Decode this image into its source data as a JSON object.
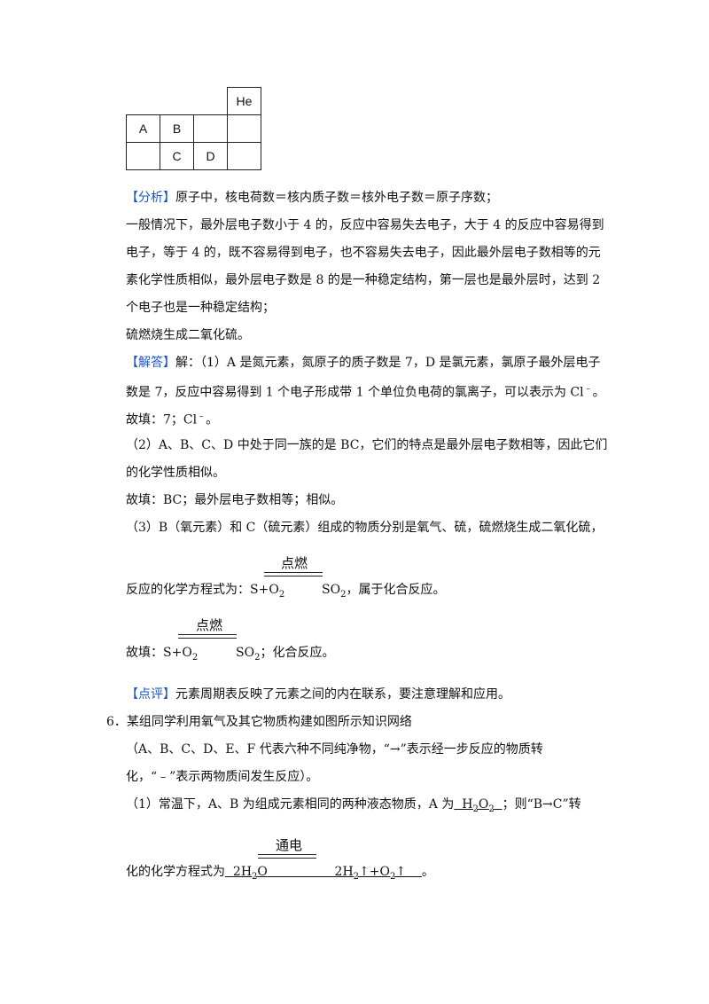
{
  "table": {
    "rows": [
      [
        "",
        "",
        "",
        "He"
      ],
      [
        "A",
        "B",
        "",
        ""
      ],
      [
        "",
        "C",
        "D",
        ""
      ]
    ]
  },
  "analysis": {
    "tag": "【分析】",
    "l1": "原子中，核电荷数＝核内质子数＝核外电子数＝原子序数；",
    "l2": "一般情况下，最外层电子数小于 4 的，反应中容易失去电子，大于 4 的反应中容易得到",
    "l3": "电子，等于 4 的，既不容易得到电子，也不容易失去电子，因此最外层电子数相等的元",
    "l4": "素化学性质相似，最外层电子数是 8 的是一种稳定结构，第一层也是最外层时，达到 2",
    "l5": "个电子也是一种稳定结构；",
    "l6": "硫燃烧生成二氧化硫。"
  },
  "answer": {
    "tag": "【解答】",
    "l1": "解：（1）A 是氮元素，氮原子的质子数是 7，D 是氯元素，氯原子最外层电子",
    "l2": "数是 7，反应中容易得到 1 个电子形成带 1 个单位负电荷的氯离子，可以表示为 Cl",
    "l2_sup": "﹣",
    "l2_end": "。",
    "l3": "故填：7；Cl",
    "l3_sup": "﹣",
    "l3_end": "。",
    "l4": "（2）A、B、C、D 中处于同一族的是 BC，它们的特点是最外层电子数相等，因此它们",
    "l5": "的化学性质相似。",
    "l6": "故填：BC；最外层电子数相等；相似。",
    "l7": "（3）B（氧元素）和 C（硫元素）组成的物质分别是氧气、硫，硫燃烧生成二氧化硫，",
    "cond1": "点燃",
    "eq1_pre": "反应的化学方程式为：S+O",
    "eq1_sub": "2",
    "eq1_prod": "SO",
    "eq1_prod_sub": "2",
    "eq1_end": "，属于化合反应。",
    "cond2": "点燃",
    "eq2_pre": "故填：S+O",
    "eq2_sub": "2",
    "eq2_prod": "SO",
    "eq2_prod_sub": "2",
    "eq2_end": "；化合反应。"
  },
  "comment": {
    "tag": "【点评】",
    "text": "元素周期表反映了元素之间的内在联系，要注意理解和应用。"
  },
  "q6": {
    "num": "6．",
    "l1": "某组同学利用氧气及其它物质构建如图所示知识网络",
    "l2": "（A、B、C、D、E、F 代表六种不同纯净物，“→”表示经一步反应的物质转",
    "l3": "化，“﹣”表示两物质间发生反应）。",
    "l4_pre": "（1）常温下，A、B 为组成元素相同的两种液态物质，A 为",
    "l4_ans": "H",
    "l4_ans_sub1": "2",
    "l4_ans_mid": "O",
    "l4_ans_sub2": "2",
    "l4_end": "；则“B→C”转",
    "cond3": "通电",
    "l5_pre": "化的化学方程式为",
    "l5_lhs": "2H",
    "l5_lhs_sub": "2",
    "l5_lhs_end": "O",
    "l5_rhs": "2H",
    "l5_rhs_sub": "2",
    "l5_rhs_mid": "↑+O",
    "l5_rhs_sub2": "2",
    "l5_rhs_end": "↑",
    "l5_end": "。"
  }
}
